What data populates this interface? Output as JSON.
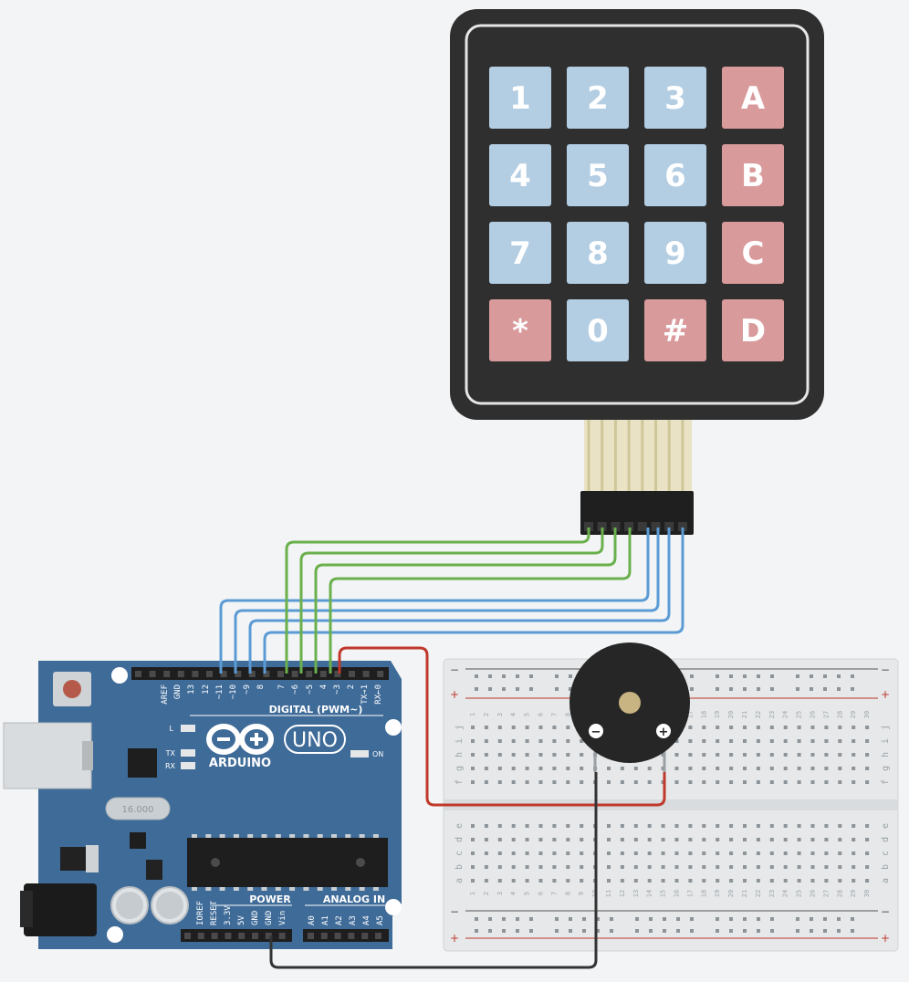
{
  "keypad": {
    "keys": [
      [
        "1",
        "2",
        "3",
        "A"
      ],
      [
        "4",
        "5",
        "6",
        "B"
      ],
      [
        "7",
        "8",
        "9",
        "C"
      ],
      [
        "*",
        "0",
        "#",
        "D"
      ]
    ],
    "colors": {
      "numeric": "#b3cde3",
      "function": "#d99a9b",
      "body": "#2f2f2f"
    }
  },
  "arduino": {
    "brand": "ARDUINO",
    "model": "UNO",
    "digital_label": "DIGITAL (PWM~)",
    "power_label": "POWER",
    "analog_label": "ANALOG IN",
    "on_label": "ON",
    "led_l": "L",
    "led_tx": "TX",
    "led_rx": "RX",
    "crystal_label": "16.000",
    "digital_pins": [
      "AREF",
      "GND",
      "13",
      "12",
      "~11",
      "~10",
      "~9",
      "8",
      "7",
      "~6",
      "~5",
      "4",
      "~3",
      "2",
      "TX→1",
      "RX←0"
    ],
    "power_pins": [
      "IOREF",
      "RESET",
      "3.3V",
      "5V",
      "GND",
      "GND",
      "Vin"
    ],
    "analog_pins": [
      "A0",
      "A1",
      "A2",
      "A3",
      "A4",
      "A5"
    ],
    "board_color": "#3f6b98"
  },
  "buzzer": {
    "minus": "−",
    "plus": "+"
  },
  "breadboard": {
    "rails": {
      "minus": "−",
      "plus": "+"
    },
    "rows_top": [
      "j",
      "i",
      "h",
      "g",
      "f"
    ],
    "rows_bottom": [
      "e",
      "d",
      "c",
      "b",
      "a"
    ],
    "columns": 30
  },
  "wire_colors": {
    "row": "#5b9bd5",
    "col": "#6ab04c",
    "signal": "#c0392b",
    "ground": "#333333"
  }
}
